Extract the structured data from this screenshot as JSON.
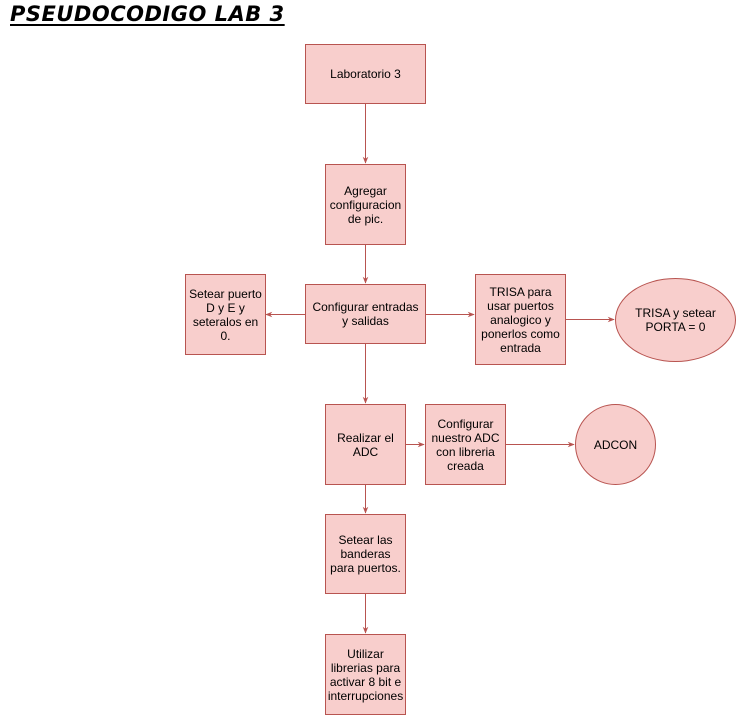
{
  "page": {
    "title": "PSEUDOCODIGO LAB 3"
  },
  "nodes": {
    "lab": "Laboratorio 3",
    "config_pic": "Agregar configuracion de pic.",
    "config_io": "Configurar entradas y salidas",
    "set_port_de": "Setear puerto D y E y seteralos en 0.",
    "trisa_analog": "TRISA para usar puertos analogico y ponerlos como entrada",
    "trisa_porta": "TRISA y setear PORTA = 0",
    "adc": "Realizar el ADC",
    "config_adc": "Configurar nuestro ADC con libreria creada",
    "adcon": "ADCON",
    "flags": "Setear las banderas para puertos.",
    "libs": "Utilizar librerias para activar 8 bit e interrupciones"
  },
  "colors": {
    "fill": "#f8cecc",
    "stroke": "#b85450",
    "arrow": "#b85450"
  }
}
